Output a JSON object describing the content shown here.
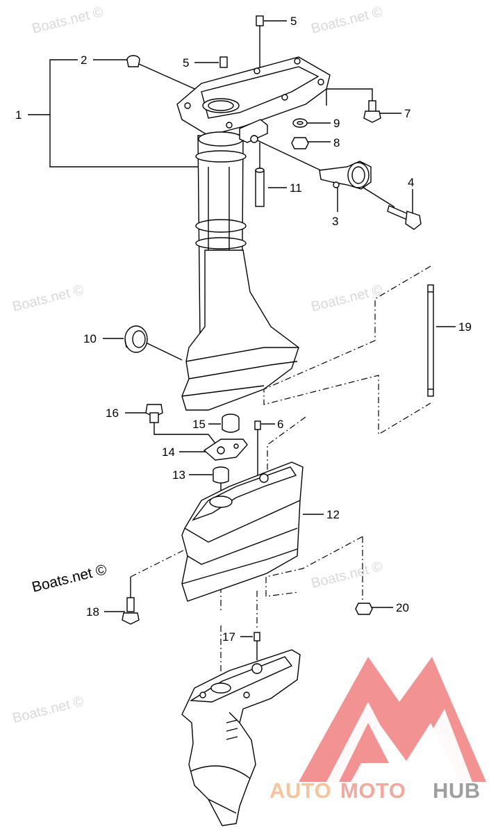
{
  "callouts": [
    "1",
    "2",
    "3",
    "4",
    "5",
    "5",
    "6",
    "7",
    "8",
    "9",
    "10",
    "11",
    "12",
    "13",
    "14",
    "15",
    "16",
    "17",
    "18",
    "19",
    "20"
  ],
  "watermarks": [
    "Boats.net ©",
    "Boats.net ©",
    "Boats.net ©",
    "Boats.net ©",
    "Boats.net ©",
    "Boats.net ©"
  ],
  "watermark_main": "Boats.net ©",
  "logo": {
    "part1": "AUTO",
    "part2": "MOTO",
    "part3": "HUB",
    "colors": {
      "auto": "#f6b98b",
      "moto": "#f29a8f",
      "hub": "#8f8f8f",
      "mark": "#f28080"
    }
  }
}
